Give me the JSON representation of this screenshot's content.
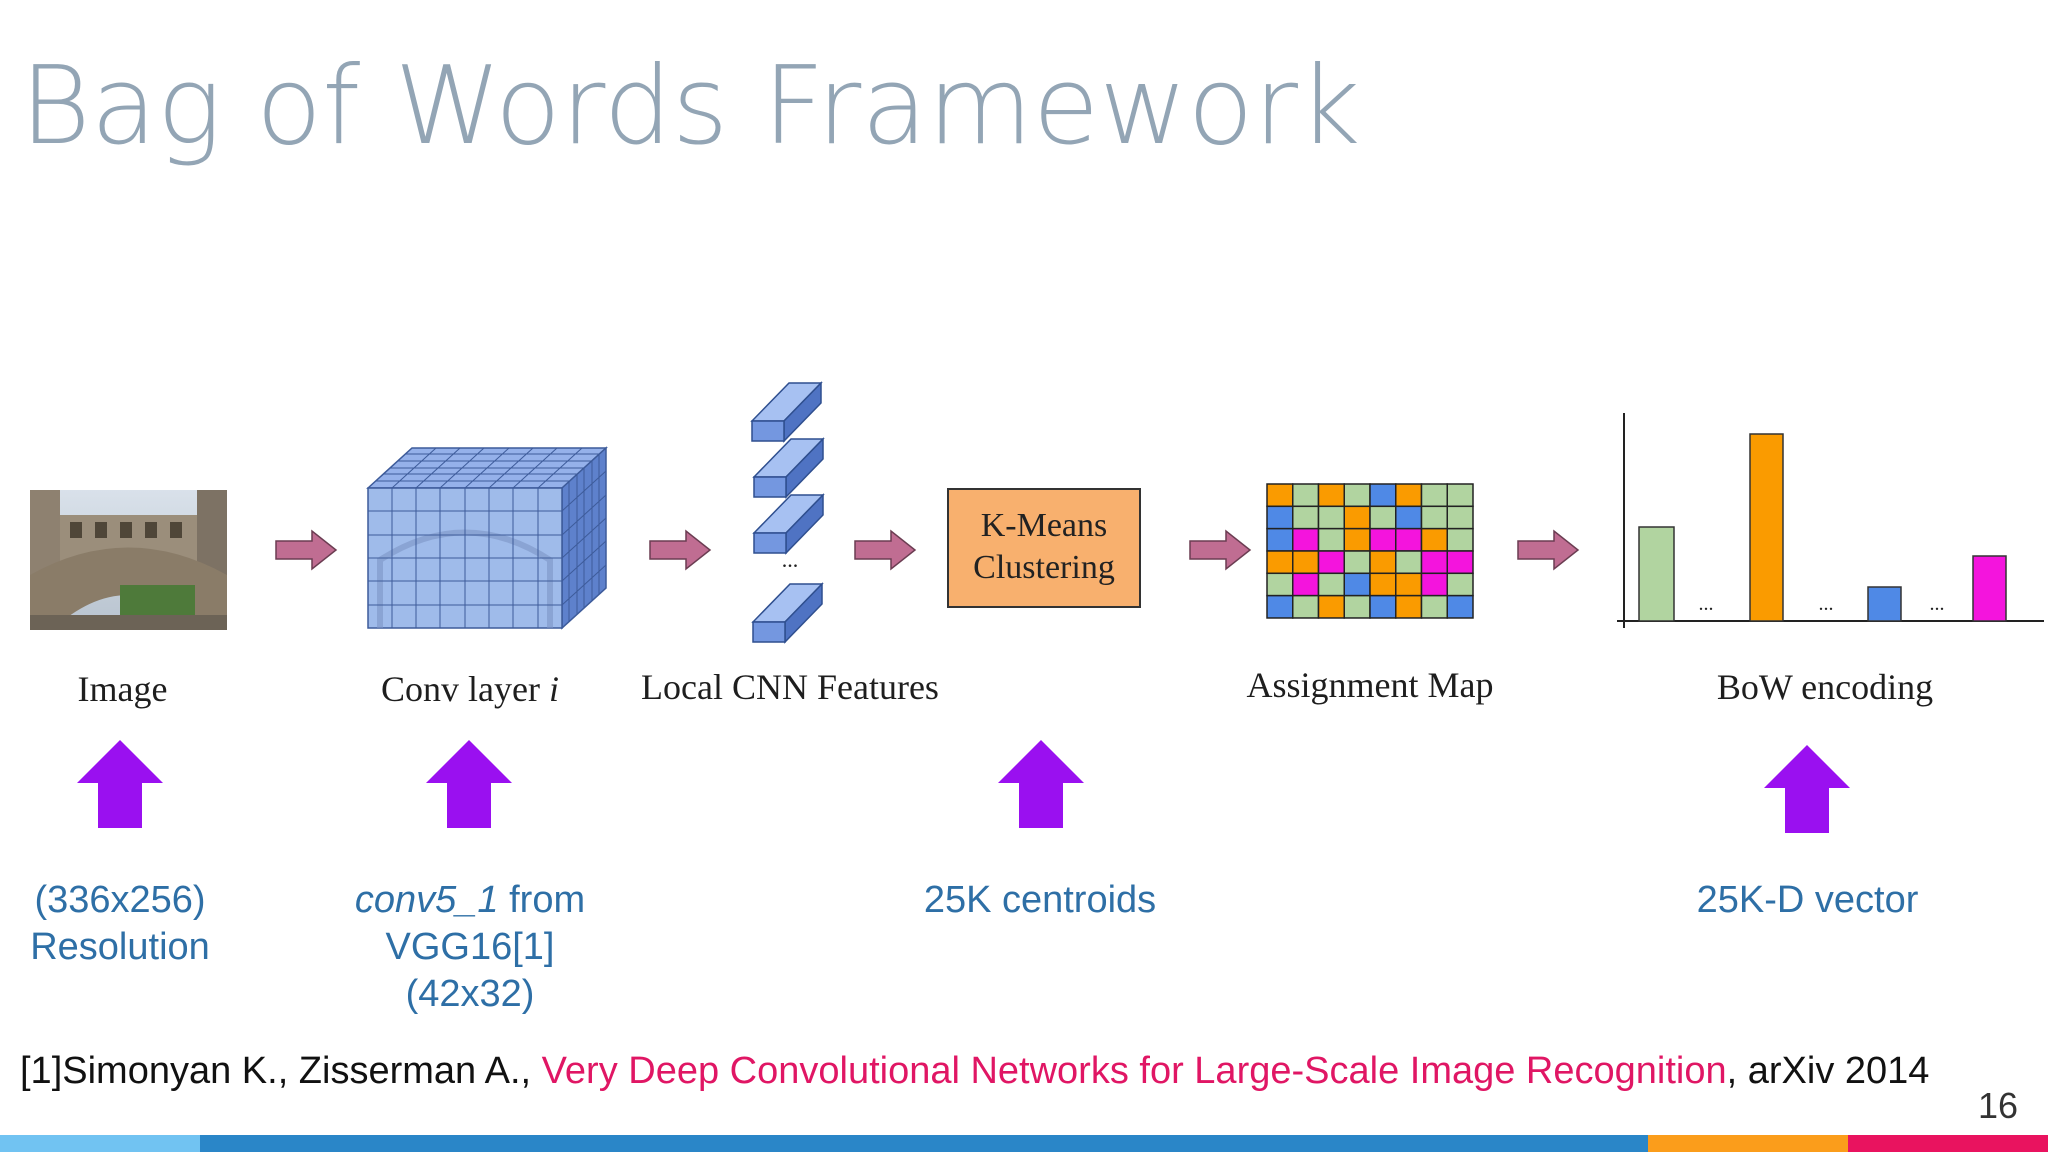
{
  "slide": {
    "title": "Bag of Words Framework",
    "page_number": "16"
  },
  "diagram": {
    "labels": {
      "image": "Image",
      "conv_layer": "Conv layer",
      "conv_layer_var": "i",
      "local_features": "Local CNN Features",
      "kmeans_line1": "K-Means",
      "kmeans_line2": "Clustering",
      "assignment_map": "Assignment Map",
      "bow_encoding": "BoW encoding",
      "ellipsis": "..."
    },
    "annotations": {
      "resolution_line1": "(336x256)",
      "resolution_line2": "Resolution",
      "conv_italic": "conv5_1",
      "conv_rest": " from",
      "conv_line2": "VGG16[1]",
      "conv_line3": "(42x32)",
      "centroids": "25K centroids",
      "vector": "25K-D vector"
    },
    "colors": {
      "arrow_flow": "#c06d92",
      "arrow_up": "#9a10f0",
      "annotation_text": "#2e6fa6",
      "feature_blue": "#6f94e0",
      "kmeans_box": "#f8b06e"
    }
  },
  "reference": {
    "prefix": "[1]Simonyan K., Zisserman A., ",
    "link_text": "Very Deep Convolutional Networks for Large-Scale Image Recognition",
    "suffix": ", arXiv 2014"
  }
}
